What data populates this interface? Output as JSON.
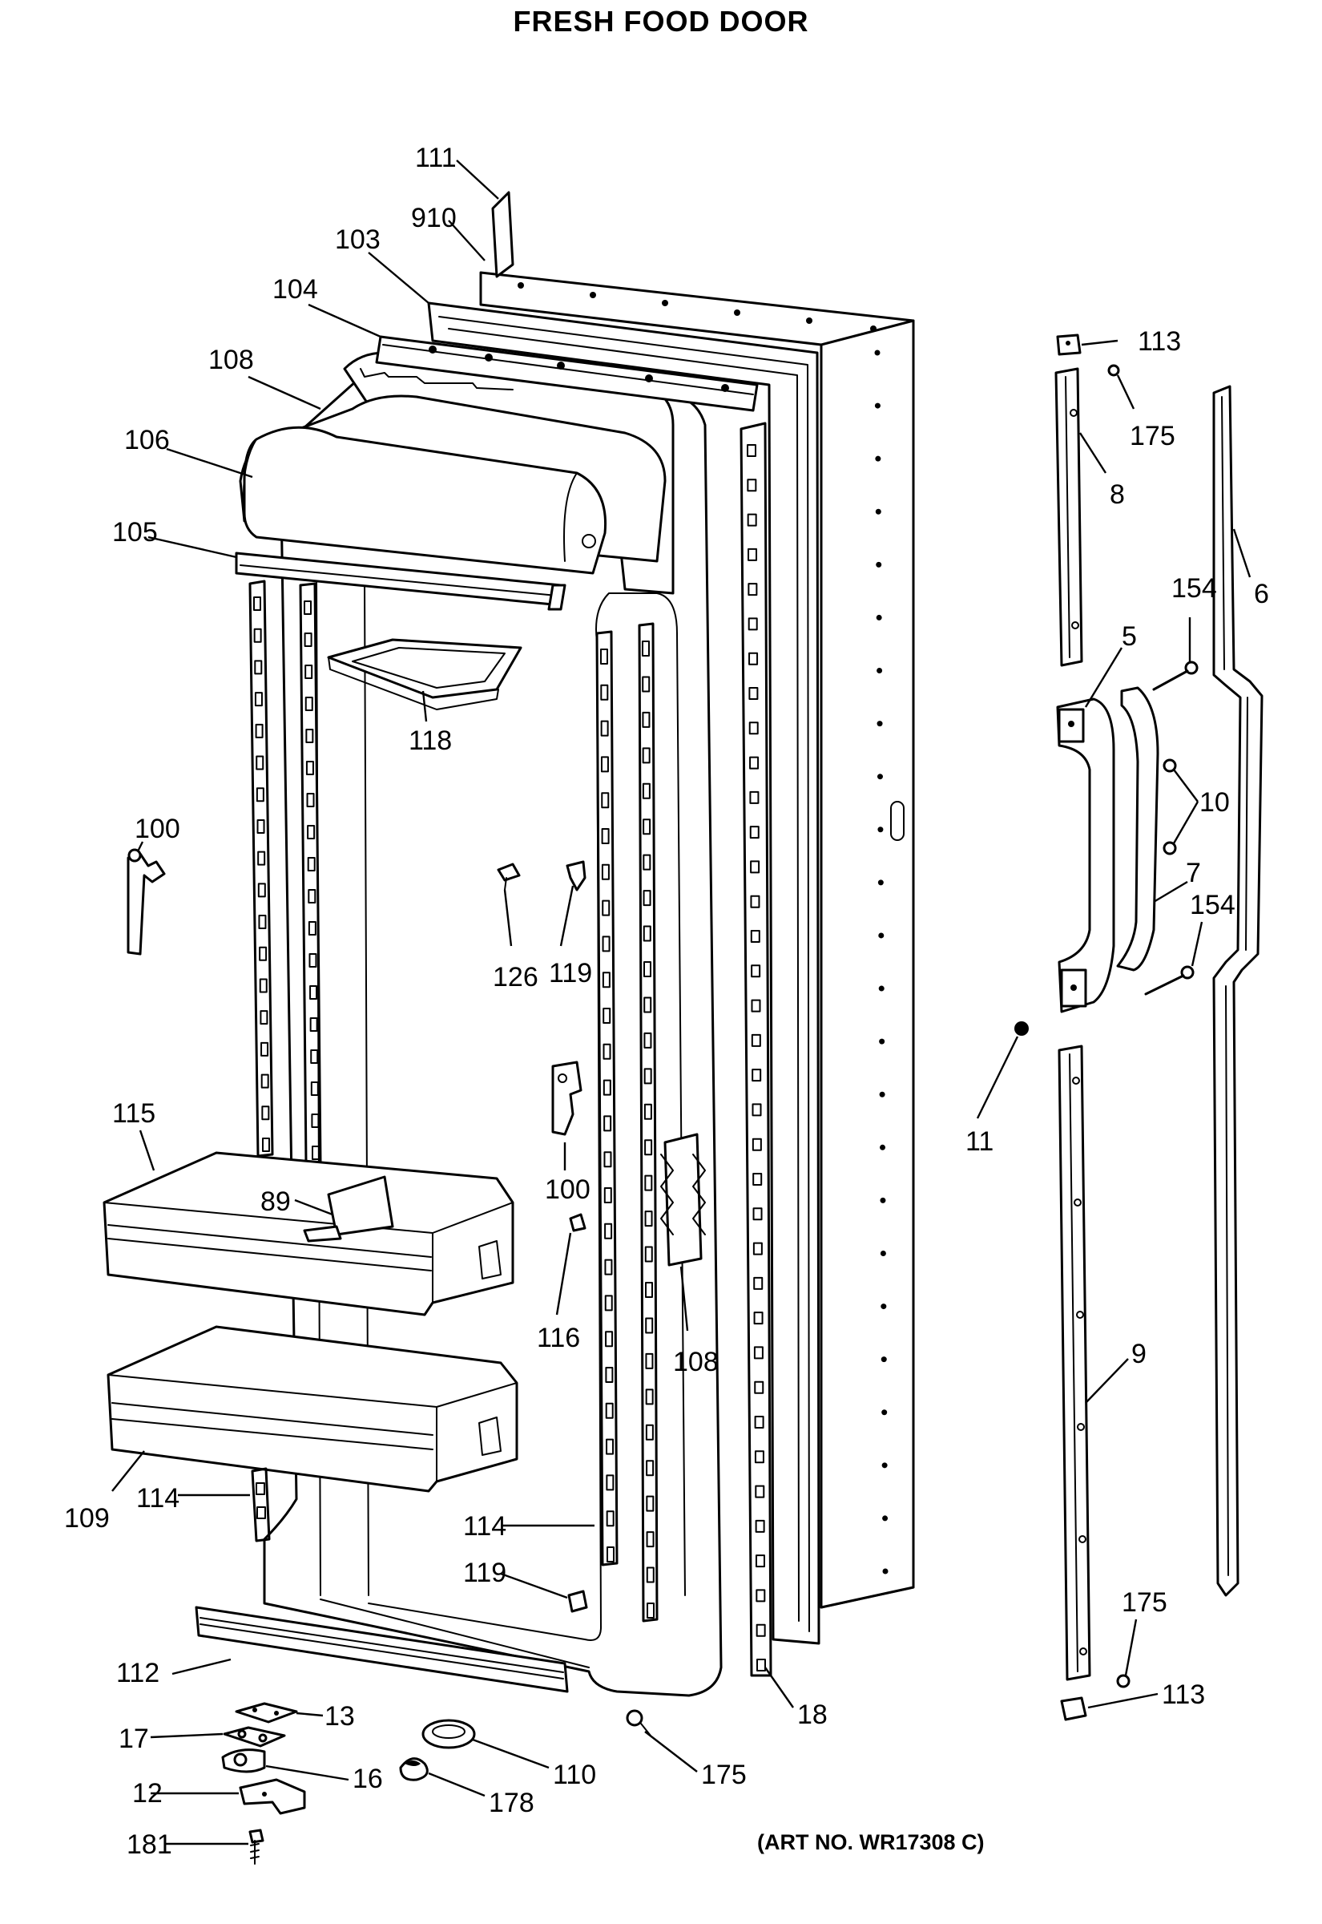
{
  "title": "FRESH FOOD DOOR",
  "art_number": "(ART NO. WR17308 C)",
  "callouts": {
    "c111": "111",
    "c910": "910",
    "c103": "103",
    "c104": "104",
    "c108a": "108",
    "c106": "106",
    "c105": "105",
    "c118": "118",
    "c100a": "100",
    "c126": "126",
    "c119a": "119",
    "c115": "115",
    "c89": "89",
    "c100b": "100",
    "c116": "116",
    "c108b": "108",
    "c109": "109",
    "c114a": "114",
    "c114b": "114",
    "c119b": "119",
    "c112": "112",
    "c13a": "13",
    "c17": "17",
    "c16": "16",
    "c12": "12",
    "c181": "181",
    "c110": "110",
    "c178": "178",
    "c175a": "175",
    "c18": "18",
    "c113a": "113",
    "c175b": "175",
    "c8": "8",
    "c6": "6",
    "c154a": "154",
    "c5": "5",
    "c10": "10",
    "c7": "7",
    "c154b": "154",
    "c11": "11",
    "c9": "9",
    "c175c": "175",
    "c113b": "113"
  }
}
